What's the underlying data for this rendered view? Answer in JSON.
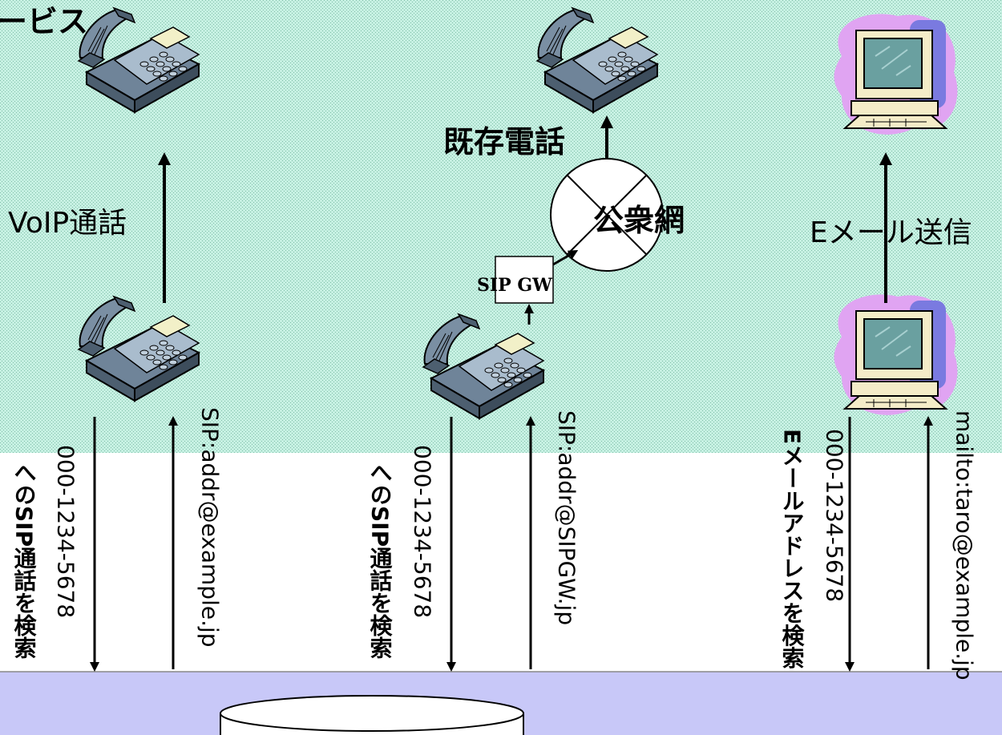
{
  "title": "ービス",
  "labels": {
    "voip": "VoIP通話",
    "existing_phone": "既存電話",
    "public_network": "公衆網",
    "sip_gw": "SIP GW",
    "email_send": "Eメール送信"
  },
  "columns": [
    {
      "down_line1": "000-1234-5678",
      "down_line2": "へのSIP通話を検索",
      "up_uri": "SIP:addr@example.jp"
    },
    {
      "down_line1": "000-1234-5678",
      "down_line2": "へのSIP通話を検索",
      "up_uri": "SIP:addr@SIPGW.jp"
    },
    {
      "down_line1": "000-1234-5678",
      "down_line2": "Eメールアドレスを検索",
      "up_uri": "mailto:taro@example.jp"
    }
  ],
  "colors": {
    "service_band": "#b8ecd8",
    "dns_band": "#c8c8f8",
    "phone_body": "#8aa0b4",
    "monitor_blob": "#e0a0f0"
  }
}
